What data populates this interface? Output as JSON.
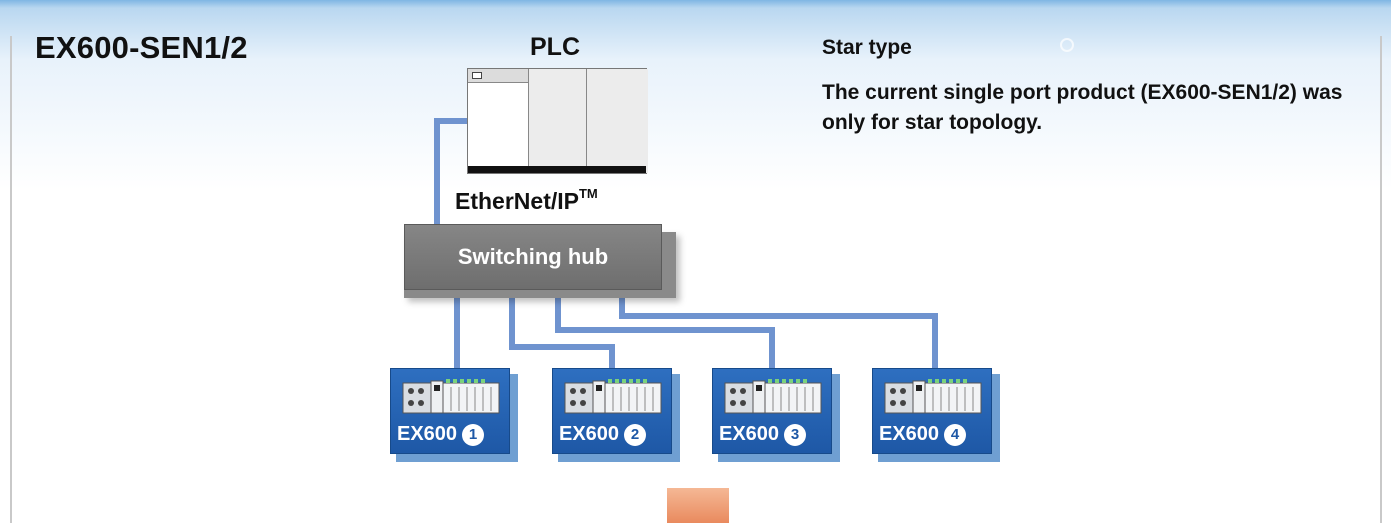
{
  "title": "EX600-SEN1/2",
  "plc": {
    "label": "PLC"
  },
  "network": {
    "label": "EtherNet/IP",
    "trademark": "TM"
  },
  "hub": {
    "label": "Switching hub"
  },
  "star": {
    "title": "Star type",
    "description": "The current single port product (EX600-SEN1/2) was only for star topology."
  },
  "nodes": [
    {
      "label": "EX600",
      "number": "1"
    },
    {
      "label": "EX600",
      "number": "2"
    },
    {
      "label": "EX600",
      "number": "3"
    },
    {
      "label": "EX600",
      "number": "4"
    }
  ],
  "colors": {
    "cable": "#6f93cf",
    "node_blue": "#1e58a6",
    "hub_gray": "#7a7a7a",
    "arrow_orange": "#e98a5e"
  }
}
